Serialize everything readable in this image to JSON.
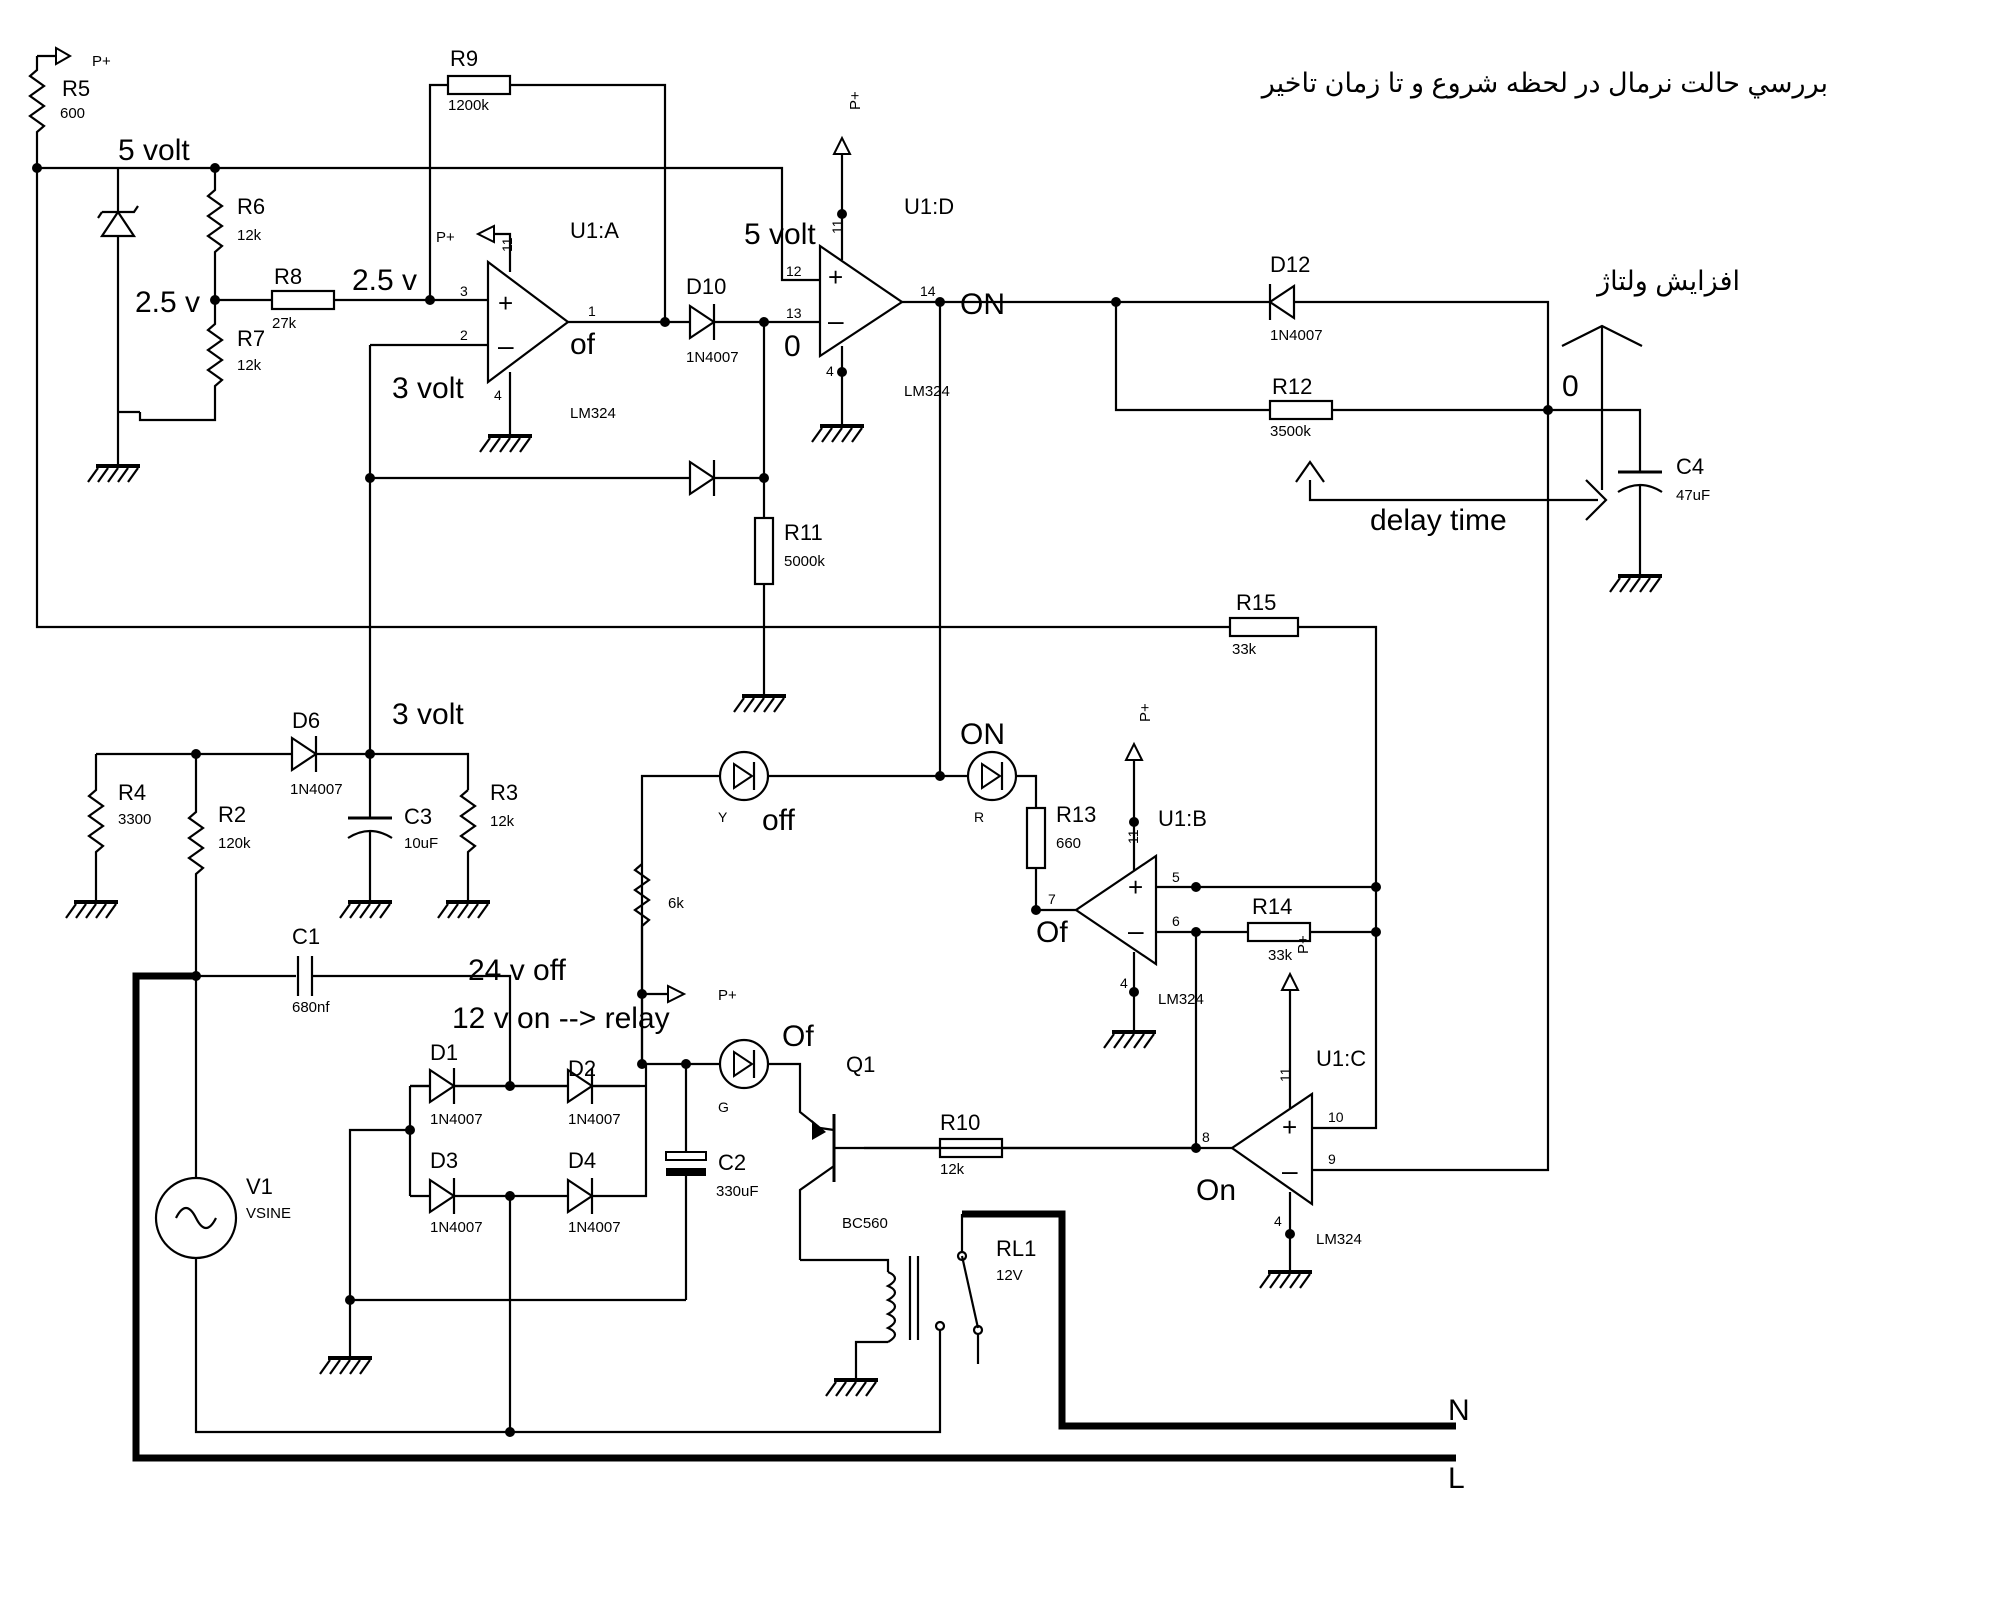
{
  "title": "بررسي حالت نرمال در لحظه شروع و تا زمان تاخير",
  "increase_label": "افزايش ولتاژ",
  "delay_label": "delay time",
  "notes": {
    "five_volt_a": "5 volt",
    "five_volt_b": "5 volt",
    "two_five_a": "2.5 v",
    "two_five_b": "2.5 v",
    "three_volt_a": "3 volt",
    "three_volt_b": "3 volt",
    "of_a": "of",
    "zero_a": "0",
    "zero_b": "0",
    "on_a": "ON",
    "on_b": "ON",
    "off_y": "off",
    "of_b": "Of",
    "of_c": "Of",
    "on_c": "On",
    "twentyfour": "24 v  off",
    "twelve": "12 v on --> relay",
    "n_line": "N",
    "l_line": "L",
    "p_plus": "P+"
  },
  "components": {
    "R5": {
      "ref": "R5",
      "value": "600"
    },
    "R9": {
      "ref": "R9",
      "value": "1200k"
    },
    "R6": {
      "ref": "R6",
      "value": "12k"
    },
    "R7": {
      "ref": "R7",
      "value": "12k"
    },
    "R8": {
      "ref": "R8",
      "value": "27k"
    },
    "U1A": {
      "ref": "U1:A",
      "value": "LM324"
    },
    "U1D": {
      "ref": "U1:D",
      "value": "LM324"
    },
    "U1B": {
      "ref": "U1:B",
      "value": "LM324"
    },
    "U1C": {
      "ref": "U1:C",
      "value": "LM324"
    },
    "D10": {
      "ref": "D10",
      "value": "1N4007"
    },
    "D12": {
      "ref": "D12",
      "value": "1N4007"
    },
    "R12": {
      "ref": "R12",
      "value": "3500k"
    },
    "C4": {
      "ref": "C4",
      "value": "47uF"
    },
    "R11": {
      "ref": "R11",
      "value": "5000k"
    },
    "R15": {
      "ref": "R15",
      "value": "33k"
    },
    "D6": {
      "ref": "D6",
      "value": "1N4007"
    },
    "R4": {
      "ref": "R4",
      "value": "3300"
    },
    "R2": {
      "ref": "R2",
      "value": "120k"
    },
    "C3": {
      "ref": "C3",
      "value": "10uF"
    },
    "R3": {
      "ref": "R3",
      "value": "12k"
    },
    "R13": {
      "ref": "R13",
      "value": "660"
    },
    "R14": {
      "ref": "R14",
      "value": "33k"
    },
    "C1": {
      "ref": "C1",
      "value": "680nf"
    },
    "R6k": {
      "ref": "",
      "value": "6k"
    },
    "D1": {
      "ref": "D1",
      "value": "1N4007"
    },
    "D2": {
      "ref": "D2",
      "value": "1N4007"
    },
    "D3": {
      "ref": "D3",
      "value": "1N4007"
    },
    "D4": {
      "ref": "D4",
      "value": "1N4007"
    },
    "C2": {
      "ref": "C2",
      "value": "330uF"
    },
    "Q1": {
      "ref": "Q1",
      "value": "BC560"
    },
    "R10": {
      "ref": "R10",
      "value": "12k"
    },
    "RL1": {
      "ref": "RL1",
      "value": "12V"
    },
    "V1": {
      "ref": "V1",
      "value": "VSINE"
    },
    "LED_Y": {
      "ref": "Y"
    },
    "LED_R": {
      "ref": "R"
    },
    "LED_G": {
      "ref": "G"
    }
  },
  "pins": {
    "p1": "1",
    "p2": "2",
    "p3": "3",
    "p4a": "4",
    "p11a": "11",
    "p12": "12",
    "p13": "13",
    "p14": "14",
    "p4d": "4",
    "p11d": "11",
    "p5": "5",
    "p6": "6",
    "p7": "7",
    "p4b": "4",
    "p11b": "11",
    "p8": "8",
    "p9": "9",
    "p10": "10",
    "p4c": "4",
    "p11c": "11"
  }
}
